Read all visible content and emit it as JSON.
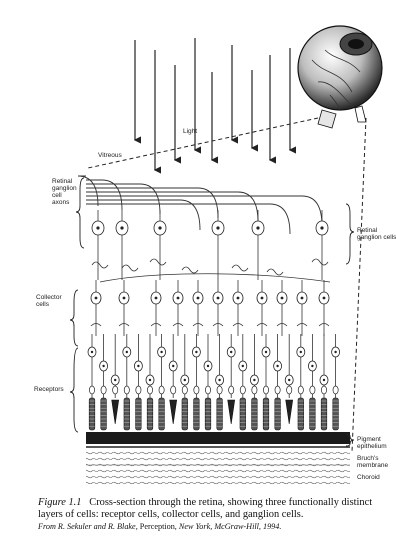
{
  "labels": {
    "light": "Light",
    "vitreous": "Vitreous",
    "retinal_ganglion_cell_axons": "Retinal\nganglion\ncell\naxons",
    "retinal_ganglion_cells": "Retinal\nganglion cells",
    "collector_cells": "Collector\ncells",
    "receptors": "Receptors",
    "pigment_epithelium": "Pigment\nepithelium",
    "bruchs_membrane": "Bruch's\nmembrane",
    "choroid": "Choroid"
  },
  "caption": {
    "figure_label": "Figure 1.1",
    "line1_text": "Cross-section through the retina, showing three functionally distinct",
    "line2_text": "layers of cells: receptor cells, collector cells, and ganglion cells.",
    "credit_from": "From R. Sekuler and R. Blake,",
    "credit_book": "Perception,",
    "credit_rest": "New York, McGraw-Hill, 1994."
  }
}
